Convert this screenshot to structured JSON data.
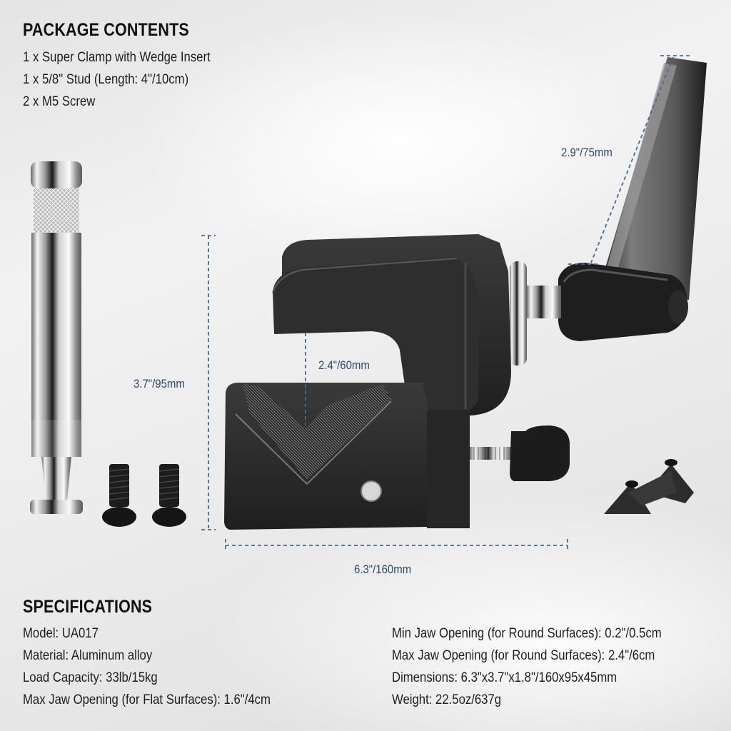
{
  "package_contents": {
    "heading": "PACKAGE CONTENTS",
    "items": [
      "1 x Super Clamp with Wedge Insert",
      "1 x 5/8\" Stud (Length: 4\"/10cm)",
      "2 x M5 Screw"
    ]
  },
  "dimensions": {
    "handle_length": "2.9\"/75mm",
    "jaw_opening": "2.4\"/60mm",
    "height": "3.7\"/95mm",
    "width": "6.3\"/160mm"
  },
  "specifications": {
    "heading": "SPECIFICATIONS",
    "left": [
      "Model: UA017",
      "Material: Aluminum alloy",
      "Load Capacity: 33lb/15kg",
      "Max Jaw Opening (for Flat Surfaces): 1.6\"/4cm"
    ],
    "right": [
      "Min Jaw Opening (for Round Surfaces): 0.2\"/0.5cm",
      "Max Jaw Opening (for Round Surfaces): 2.4\"/6cm",
      "Dimensions: 6.3\"x3.7\"x1.8\"/160x95x45mm",
      "Weight: 22.5oz/637g"
    ]
  },
  "colors": {
    "dimension_line": "#3f6d9a",
    "dimension_text": "#2b4a6a",
    "heading_text": "#111111",
    "body_text": "#1e1e1e",
    "clamp_body": "#2a2a2a"
  }
}
